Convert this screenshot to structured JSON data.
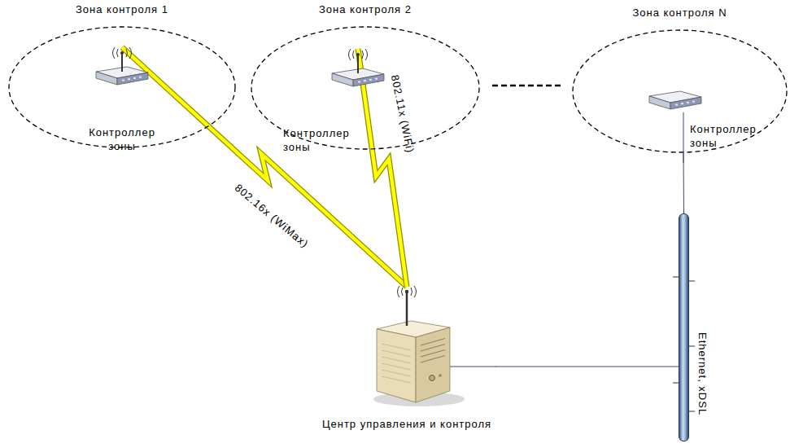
{
  "diagram": {
    "nodes": [
      {
        "text": [
          "Зона контроля 1"
        ]
      },
      {
        "text": [
          "Контроллер зоны"
        ],
        "in": 0
      },
      {
        "text": [
          "Зона контроля 2"
        ]
      },
      {
        "text": [
          "Контроллер зоны"
        ],
        "in": 2
      },
      {
        "text": [
          "Зона контроля N"
        ]
      },
      {
        "text": [
          "Контроллер зоны"
        ],
        "in": 4
      },
      {
        "text": [
          "Центр управления и контроля"
        ]
      },
      {
        "text": [
          "Ethernet, xDSL"
        ]
      }
    ],
    "edges": [
      {
        "from": 1,
        "to": 6,
        "arrow": "none",
        "label": "802.16x (WiMax)"
      },
      {
        "from": 3,
        "to": 6,
        "arrow": "none",
        "label": "802.11x (WiFi)"
      },
      {
        "from": 5,
        "to": 7,
        "arrow": "none"
      },
      {
        "from": 6,
        "to": 7,
        "arrow": "none"
      }
    ]
  }
}
